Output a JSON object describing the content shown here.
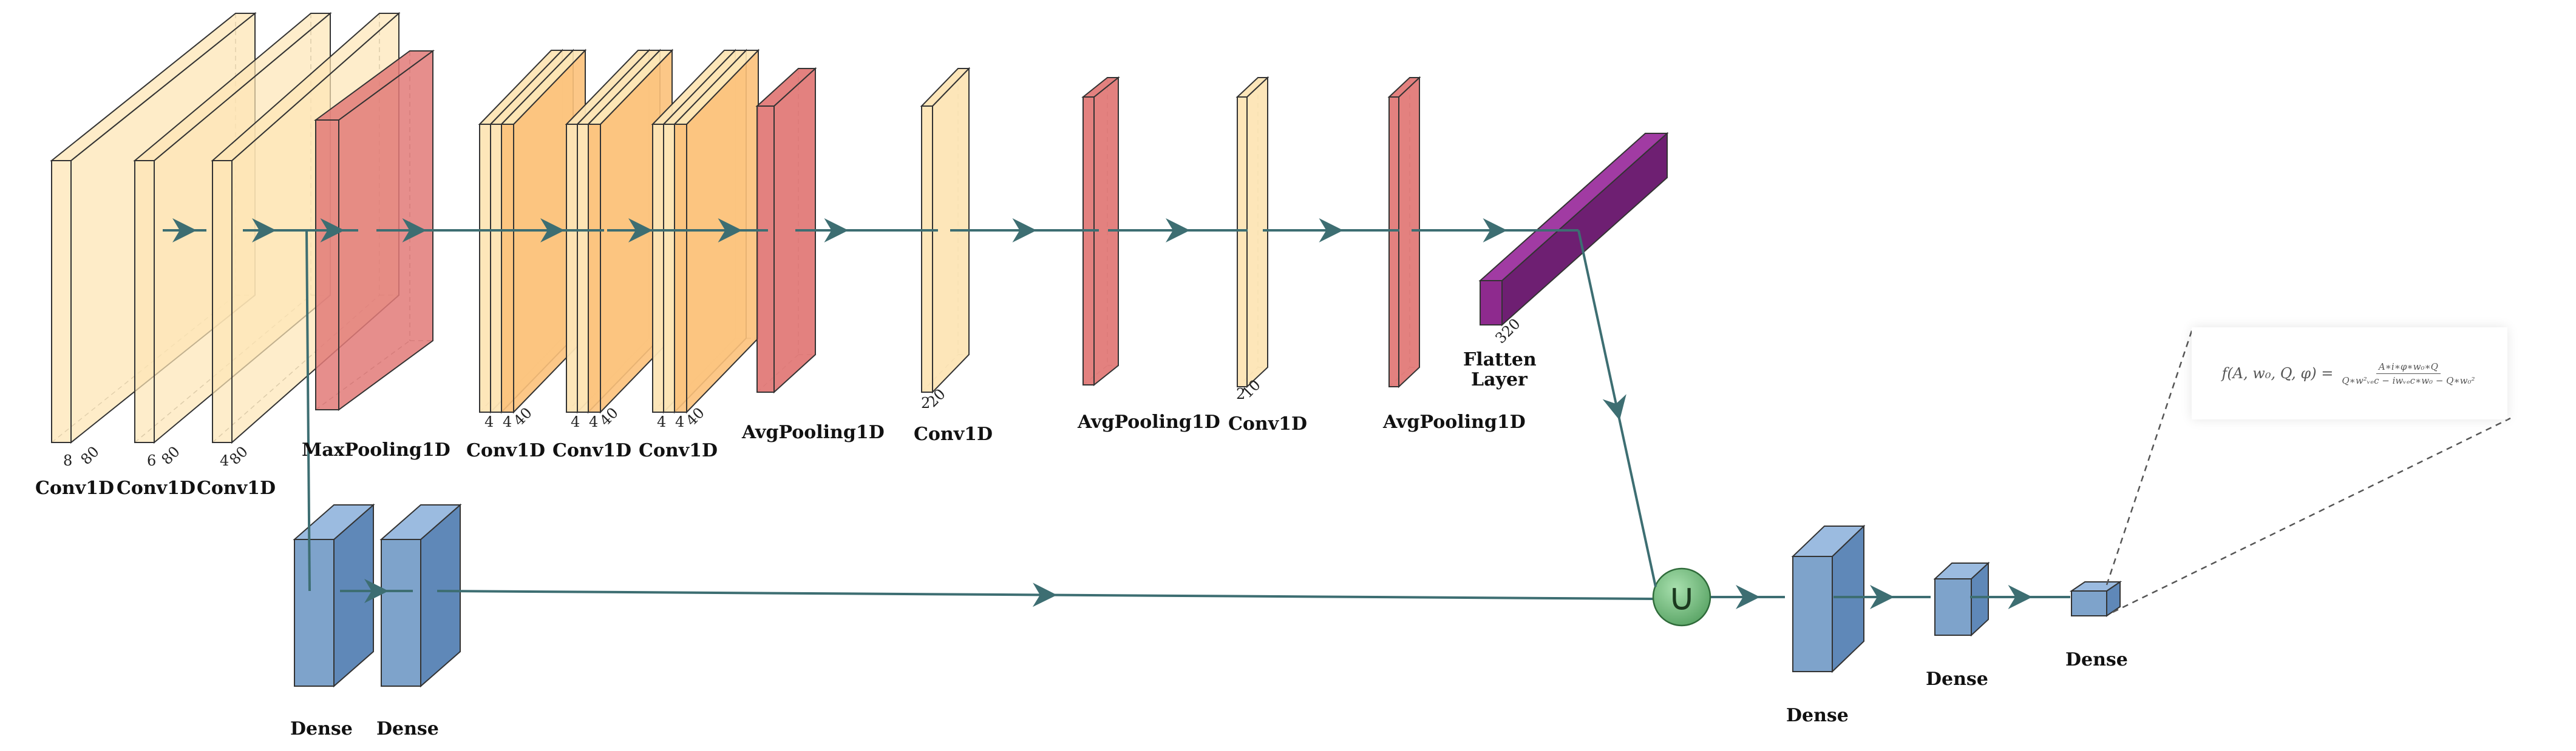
{
  "colors": {
    "conv": "#fde5b5",
    "conv_deep": "#fcc17a",
    "pool": "#e27a78",
    "pool_dark": "#c24a4f",
    "flatten": "#8e2a8e",
    "dense": "#7ea3cb",
    "dense_dark": "#4d7bae",
    "union": "#5fa86a",
    "arrow": "#3d6e72"
  },
  "labels": {
    "conv1": "Conv1D",
    "conv2": "Conv1D",
    "conv3": "Conv1D",
    "maxpool": "MaxPooling1D",
    "conv4": "Conv1D",
    "conv5": "Conv1D",
    "conv6": "Conv1D",
    "avgpool1": "AvgPooling1D",
    "conv7": "Conv1D",
    "avgpool2": "AvgPooling1D",
    "conv8": "Conv1D",
    "avgpool3": "AvgPooling1D",
    "flatten_line1": "Flatten",
    "flatten_line2": "Layer",
    "dense1": "Dense",
    "dense2": "Dense",
    "dense3": "Dense",
    "dense4": "Dense",
    "dense5": "Dense"
  },
  "dims": {
    "conv1_a": "8",
    "conv1_b": "80",
    "conv2_a": "6",
    "conv2_b": "80",
    "conv3_a": "4",
    "conv3_b": "80",
    "conv4_a": "4",
    "conv4_b": "4",
    "conv4_c": "40",
    "conv5_a": "4",
    "conv5_b": "4",
    "conv5_c": "40",
    "conv6_a": "4",
    "conv6_b": "4",
    "conv6_c": "40",
    "conv7_a": "2",
    "conv7_b": "20",
    "conv8_a": "2",
    "conv8_b": "10",
    "flatten": "320"
  },
  "union_symbol": "∪",
  "formula": {
    "lhs": "f(A, w₀, Q, φ) =",
    "numerator": "A∗i∗φ∗w₀∗Q",
    "denominator": "Q∗w²ᵥₑc − iwᵥₑc∗w₀ − Q∗w₀²"
  }
}
